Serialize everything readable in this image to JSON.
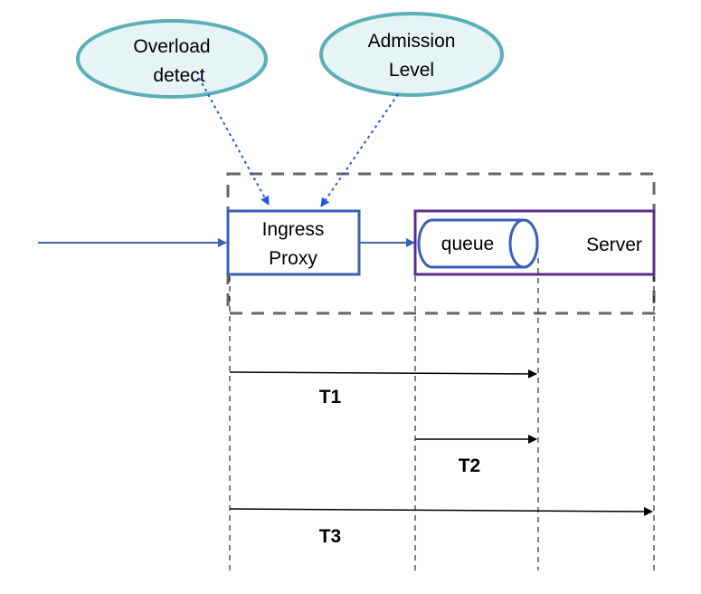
{
  "nodes": {
    "overload_detect": {
      "line1": "Overload",
      "line2": "detect"
    },
    "admission_level": {
      "line1": "Admission",
      "line2": "Level"
    },
    "ingress_proxy": {
      "line1": "Ingress",
      "line2": "Proxy"
    },
    "queue": {
      "label": "queue"
    },
    "server": {
      "label": "Server"
    }
  },
  "timings": {
    "t1": "T1",
    "t2": "T2",
    "t3": "T3"
  },
  "colors": {
    "ellipse_stroke": "#5aafb8",
    "ellipse_fill": "#e7f4f5",
    "proxy_stroke": "#3a5fb5",
    "server_stroke": "#5c2d91",
    "dotted_arrow": "#2255dd",
    "dashed_group": "#666666",
    "input_arrow": "#3a5fb5"
  }
}
